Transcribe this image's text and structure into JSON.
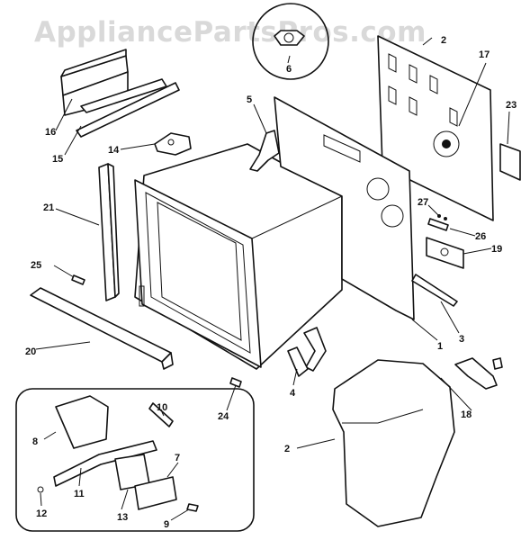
{
  "watermark": "AppliancePartsPros.com",
  "callouts": [
    "1",
    "2",
    "2",
    "3",
    "4",
    "5",
    "6",
    "7",
    "8",
    "9",
    "10",
    "11",
    "12",
    "13",
    "14",
    "15",
    "16",
    "17",
    "18",
    "19",
    "20",
    "21",
    "23",
    "24",
    "25",
    "26",
    "27"
  ]
}
